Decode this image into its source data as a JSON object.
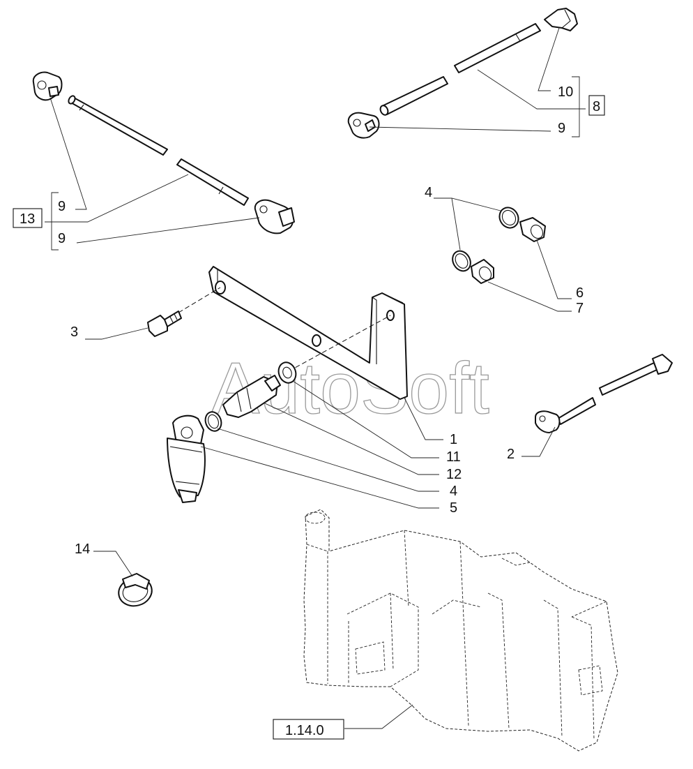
{
  "watermark": "AutoSoft",
  "callouts": {
    "c1": "1",
    "c2": "2",
    "c3": "3",
    "c4_top": "4",
    "c4_bottom": "4",
    "c5": "5",
    "c6": "6",
    "c7": "7",
    "c9_top_right": "9",
    "c9_left_a": "9",
    "c9_left_b": "9",
    "c10": "10",
    "c11": "11",
    "c12": "12",
    "c14": "14"
  },
  "assembly_boxes": {
    "b8": "8",
    "b13": "13",
    "ref": "1.14.0"
  }
}
